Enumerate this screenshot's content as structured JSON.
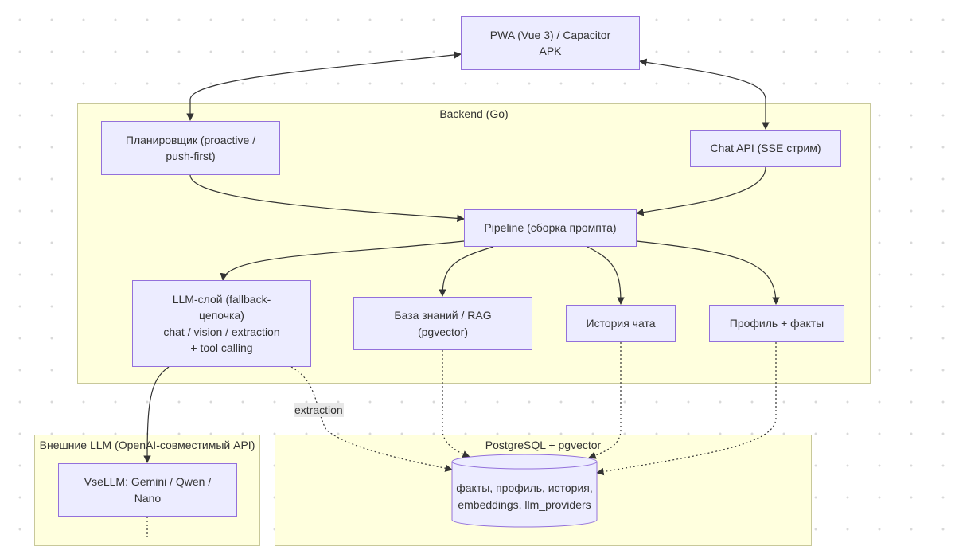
{
  "clusters": {
    "backend": "Backend (Go)",
    "external_llm": "Внешние LLM (OpenAI-совместимый API)",
    "postgres": "PostgreSQL + pgvector"
  },
  "nodes": {
    "pwa": "PWA (Vue 3) / Capacitor\nAPK",
    "scheduler": "Планировщик (proactive /\npush-first)",
    "chat_api": "Chat API (SSE стрим)",
    "pipeline": "Pipeline (сборка промпта)",
    "llm_layer": "LLM-слой (fallback-\nцепочка)\nchat / vision / extraction\n+ tool calling",
    "knowledge_base": "База знаний / RAG\n(pgvector)",
    "chat_history": "История чата",
    "profile_facts": "Профиль + факты",
    "vsellm": "VseLLM: Gemini / Qwen /\nNano",
    "database": "факты, профиль, история,\nembeddings, llm_providers"
  },
  "edge_labels": {
    "extraction": "extraction"
  }
}
